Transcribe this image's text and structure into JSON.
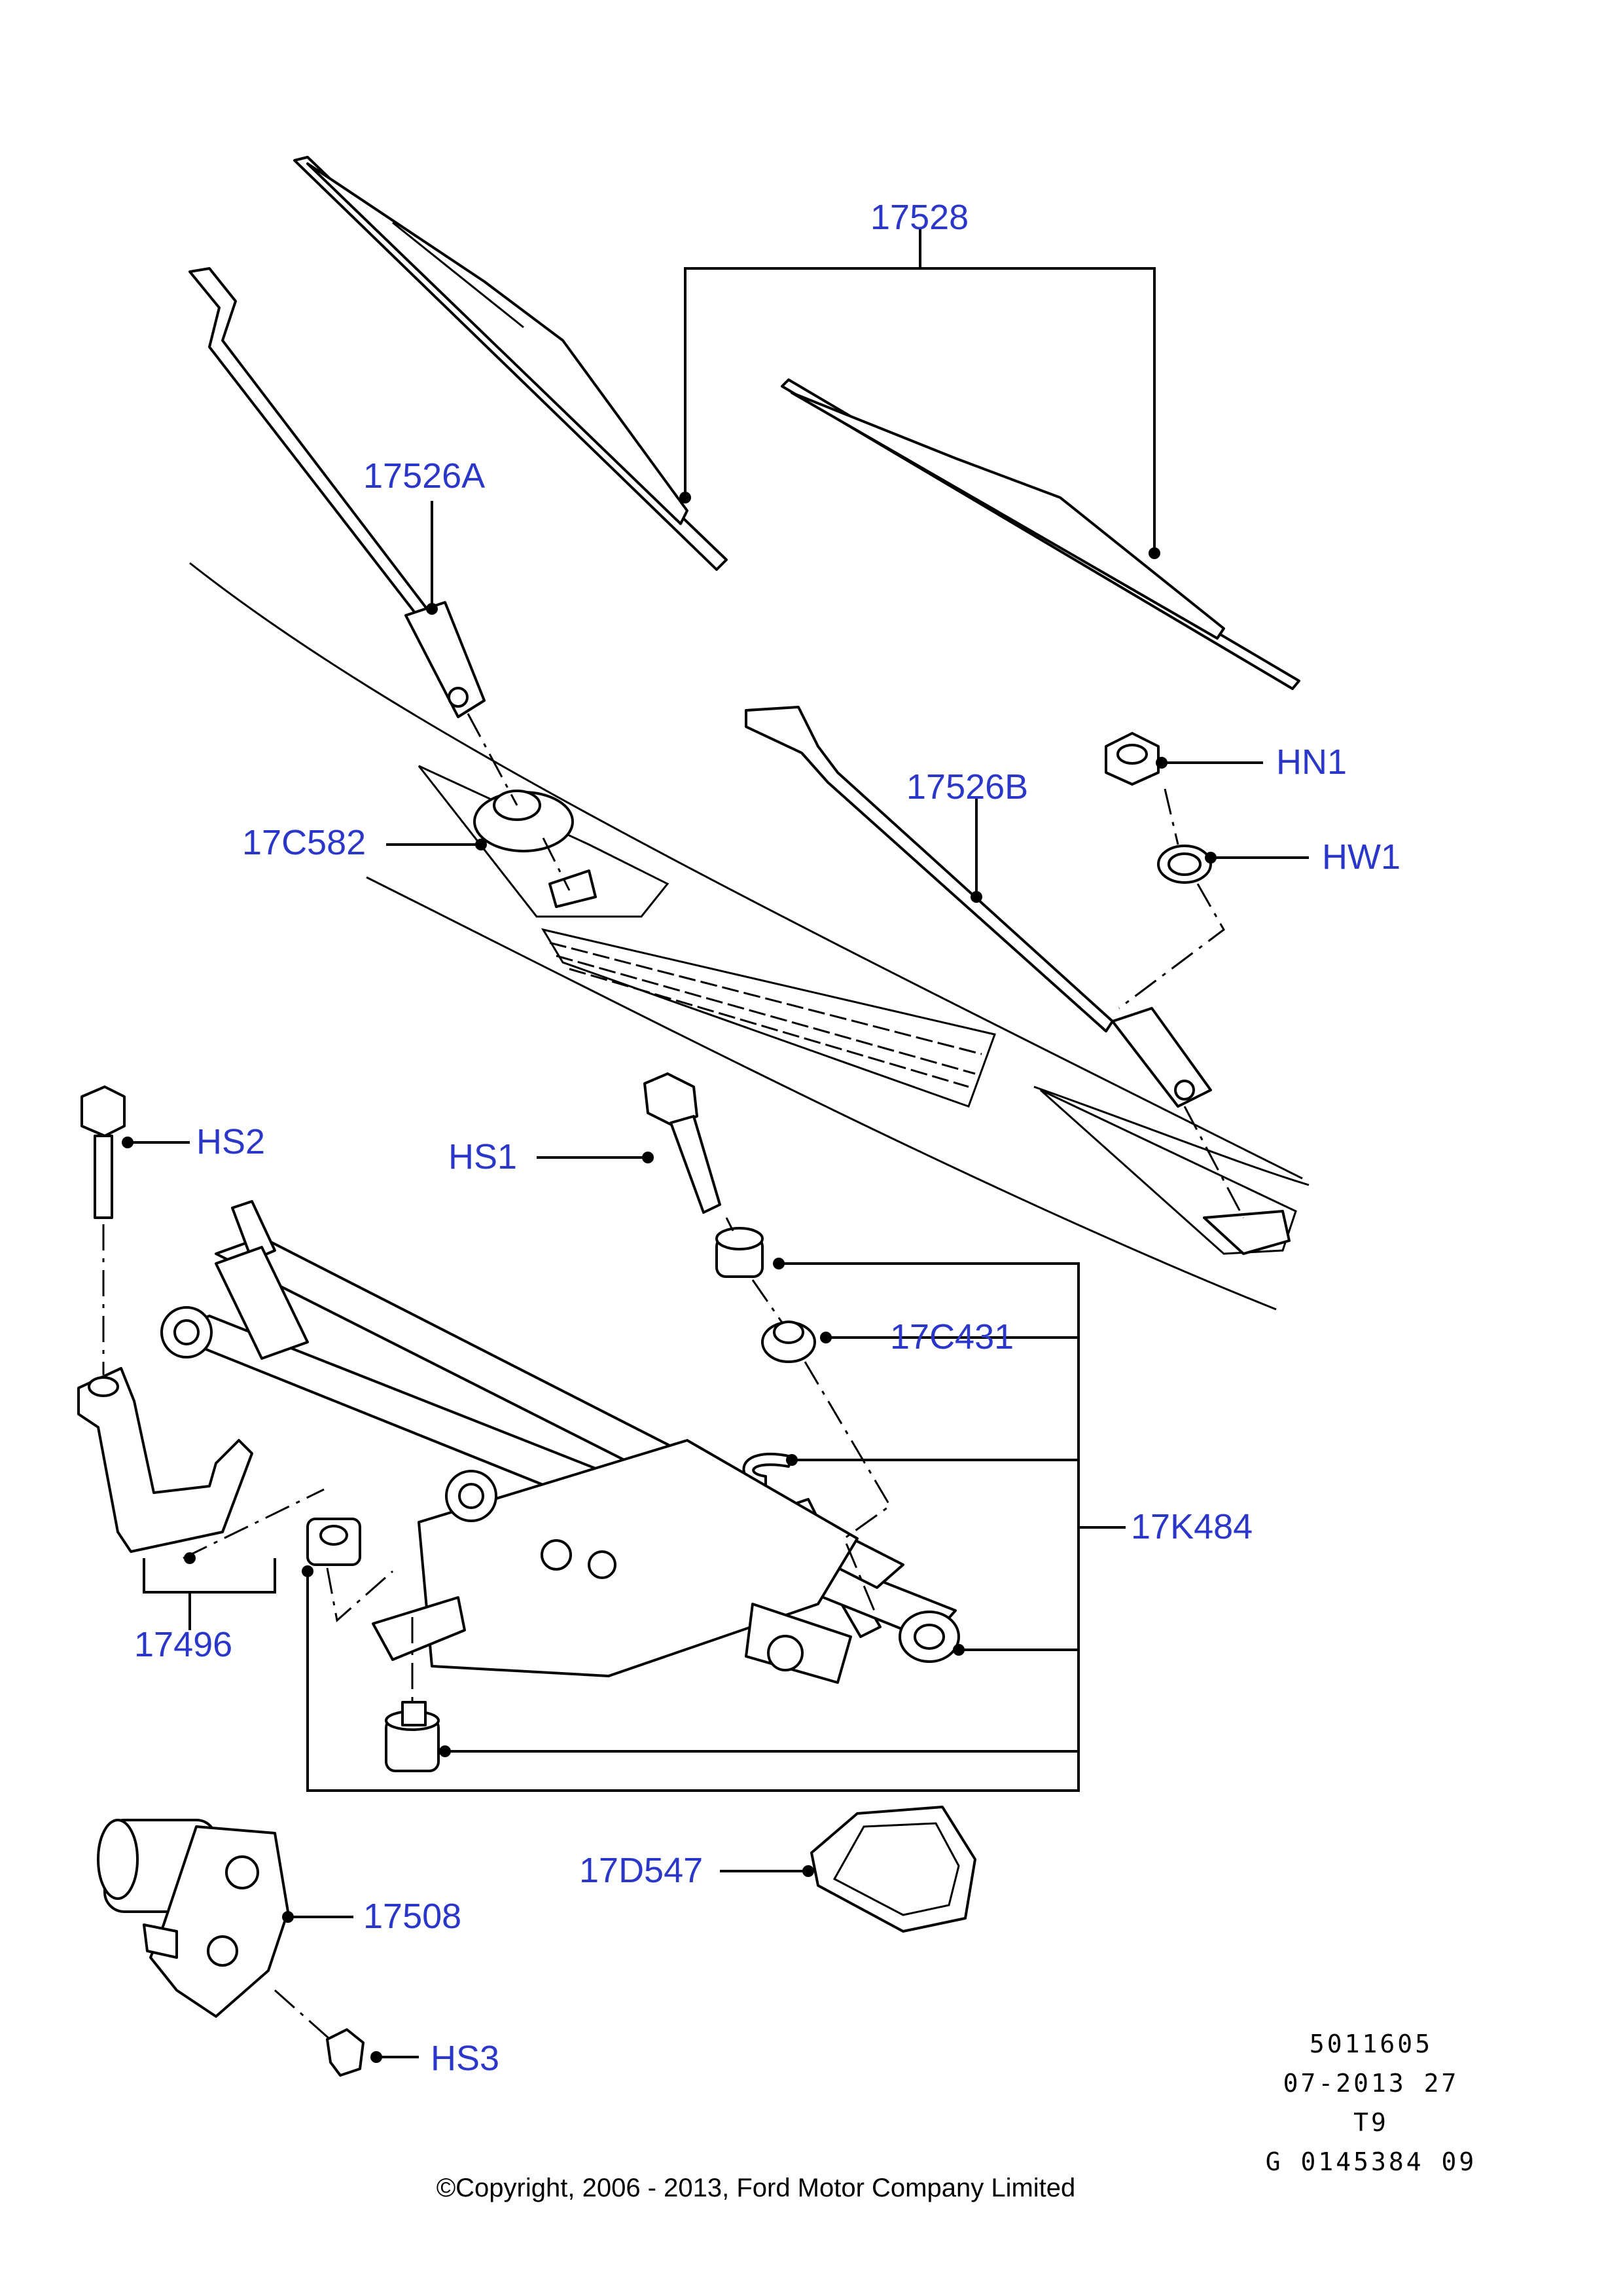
{
  "labels": {
    "p17528": "17528",
    "p17526A": "17526A",
    "p17526B": "17526B",
    "p17C582": "17C582",
    "pHN1": "HN1",
    "pHW1": "HW1",
    "pHS2": "HS2",
    "pHS1": "HS1",
    "p17C431": "17C431",
    "p17K484": "17K484",
    "p17496": "17496",
    "p17D547": "17D547",
    "p17508": "17508",
    "pHS3": "HS3"
  },
  "meta": {
    "line1": "5011605",
    "line2": "07-2013 27",
    "line3": "T9",
    "line4": "G 0145384 09"
  },
  "copyright": "©Copyright, 2006 - 2013, Ford Motor Company Limited",
  "colors": {
    "label": "#2b37c8",
    "line": "#000000"
  }
}
